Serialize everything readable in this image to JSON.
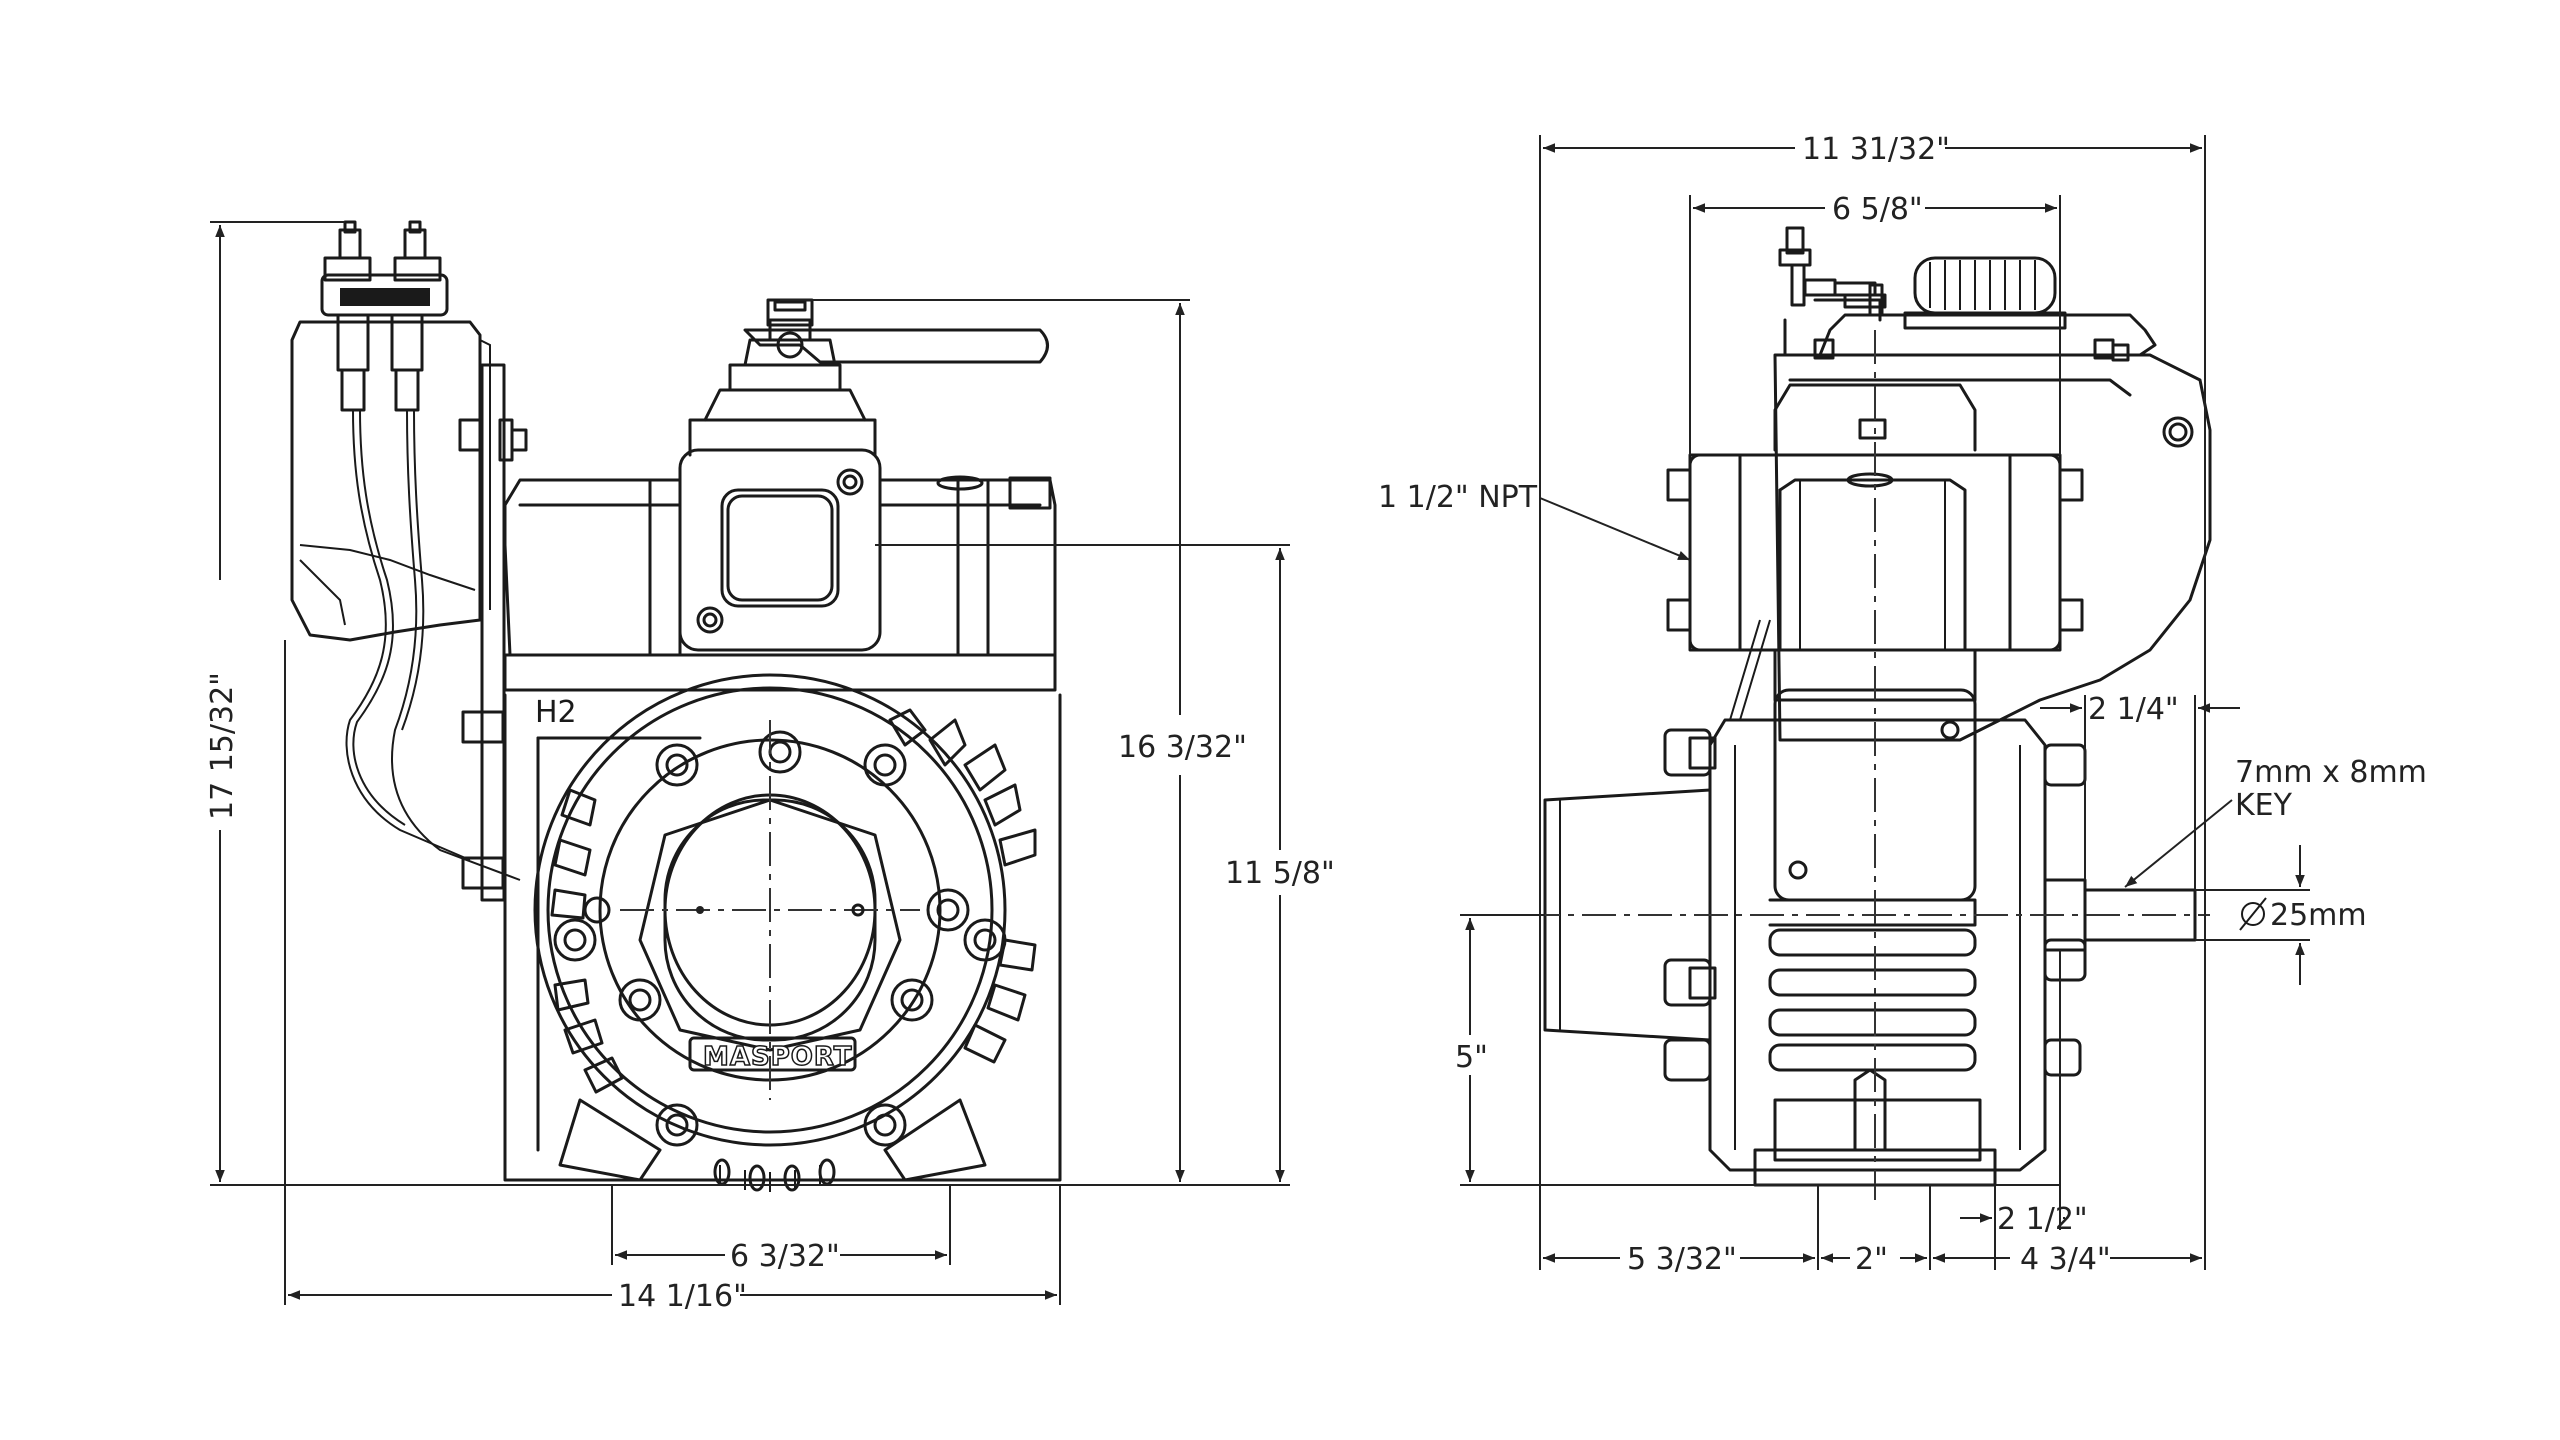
{
  "front_view": {
    "dimensions": {
      "overall_height": "17 15/32\"",
      "height_to_port": "16 3/32\"",
      "shaft_to_top": "11 5/8\"",
      "foot_spacing": "6 3/32\"",
      "overall_width": "14 1/16\""
    },
    "pump_label": "H2",
    "brand_text": "MASPORT"
  },
  "side_view": {
    "dimensions": {
      "overall_width": "11 31/32\"",
      "top_width": "6 5/8\"",
      "port_thread": "1 1/2\" NPT",
      "shaft_length": "2 1/4\"",
      "key_size_line1": "7mm x 8mm",
      "key_size_line2": "KEY",
      "shaft_diameter": "25mm",
      "shaft_height": "5\"",
      "foot_offset": "2 1/2\"",
      "rear_width": "5 3/32\"",
      "foot_width": "2\"",
      "front_width": "4 3/4\""
    }
  }
}
